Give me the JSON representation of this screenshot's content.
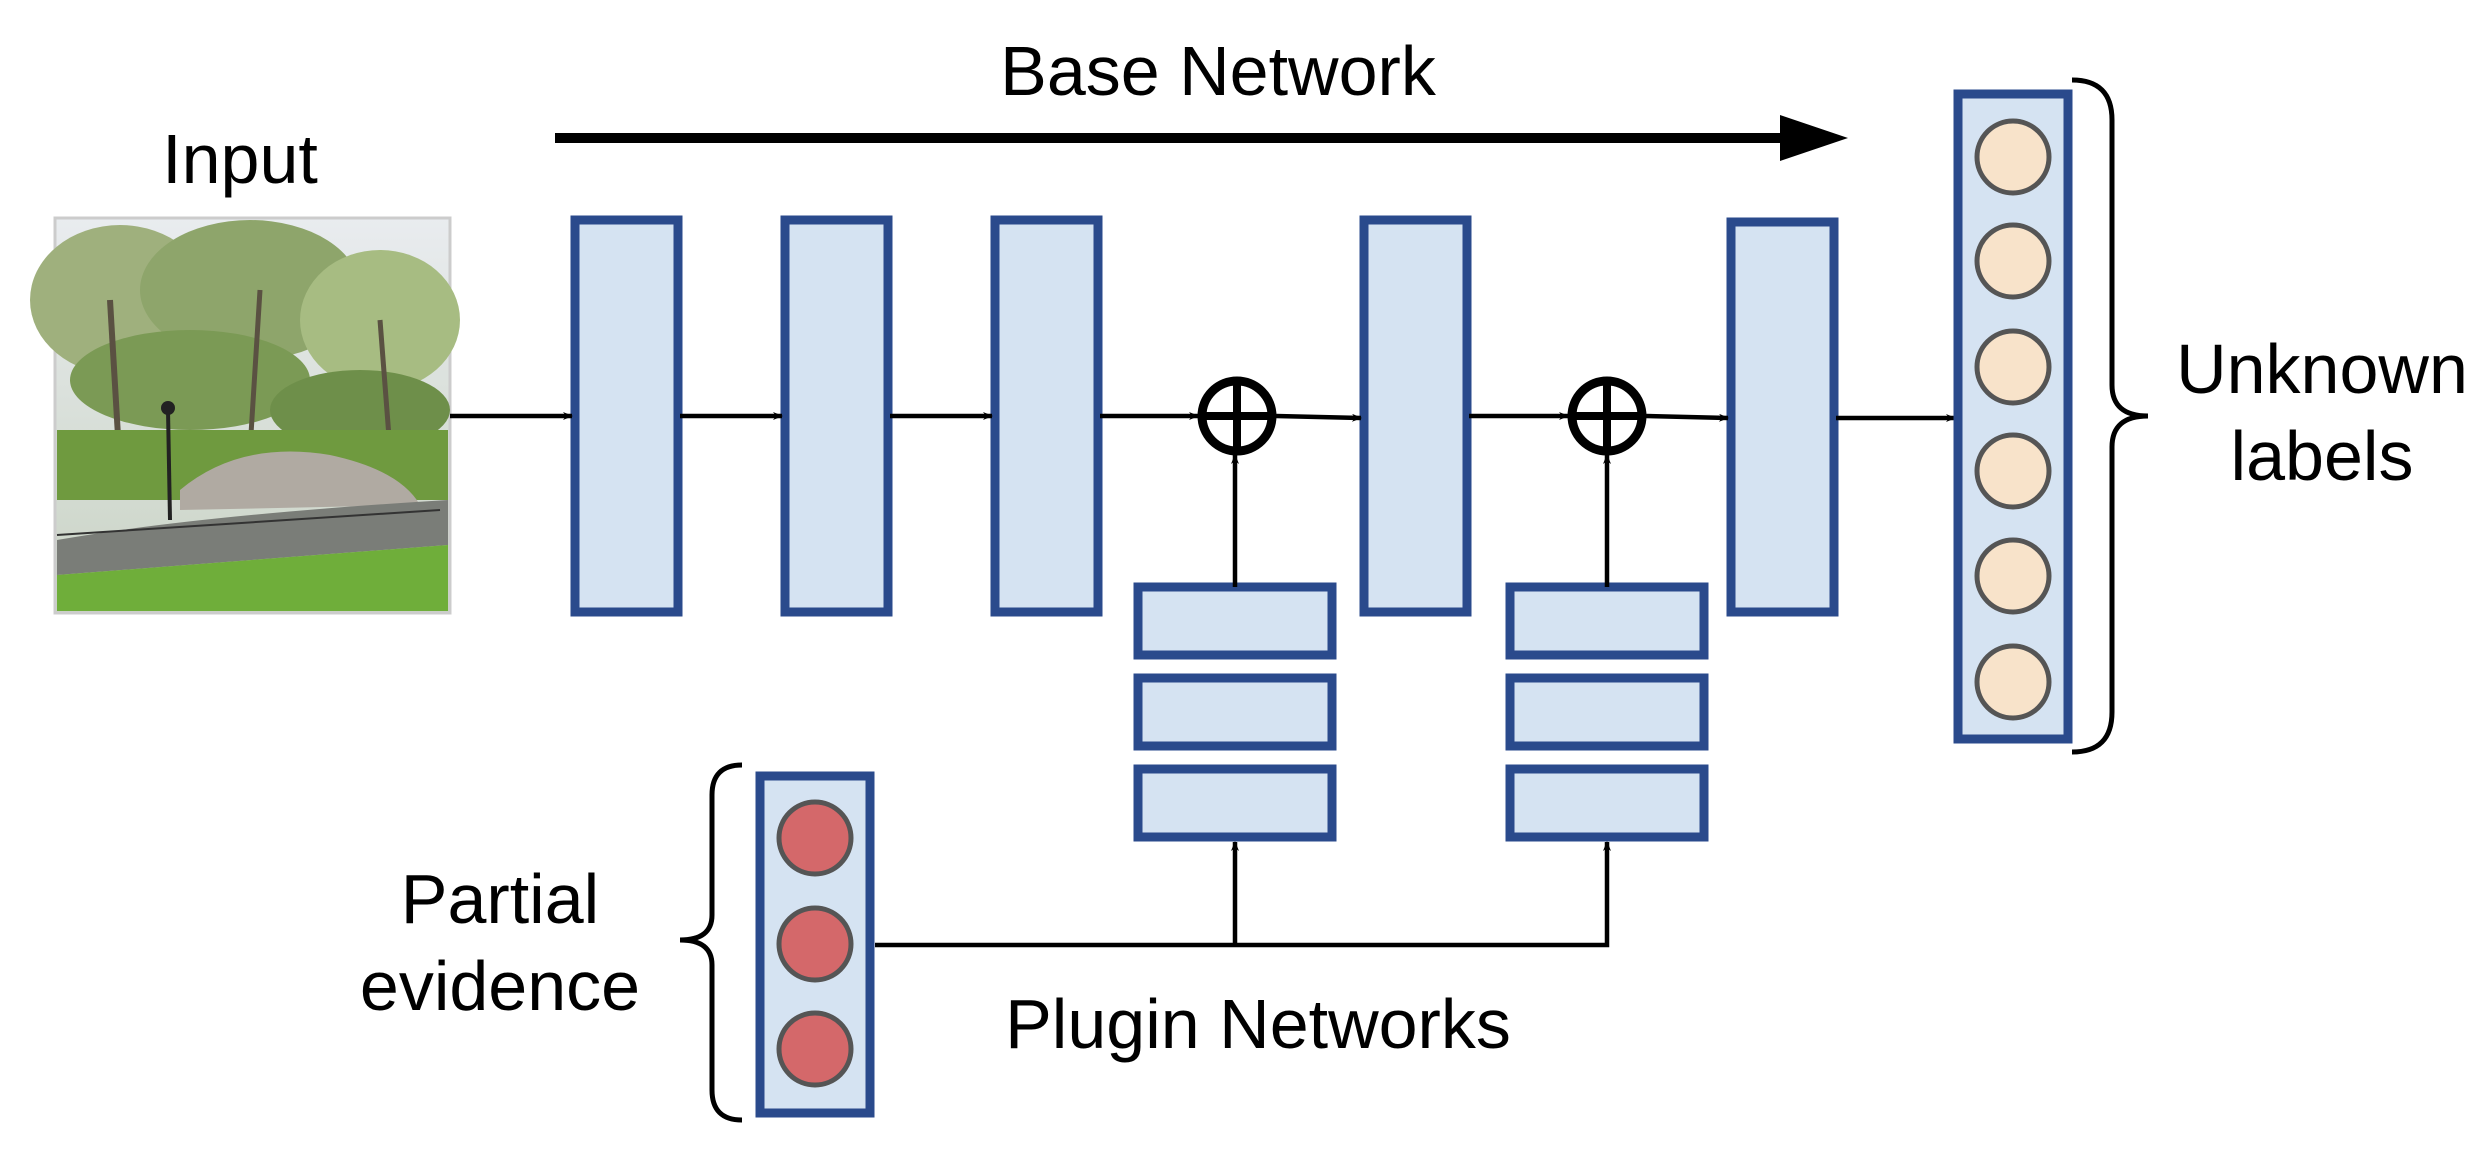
{
  "labels": {
    "input": "Input",
    "base_network": "Base Network",
    "unknown_labels_line1": "Unknown",
    "unknown_labels_line2": "labels",
    "partial_evidence_line1": "Partial",
    "partial_evidence_line2": "evidence",
    "plugin_networks": "Plugin Networks"
  },
  "colors": {
    "layer_fill": "#d5e3f2",
    "layer_stroke": "#2a4a8c",
    "output_node_fill": "#f8e3ca",
    "evidence_node_fill": "#d4686a",
    "node_stroke": "#555555",
    "arrow": "#000000"
  },
  "counts": {
    "output_nodes": 6,
    "evidence_nodes": 3
  }
}
